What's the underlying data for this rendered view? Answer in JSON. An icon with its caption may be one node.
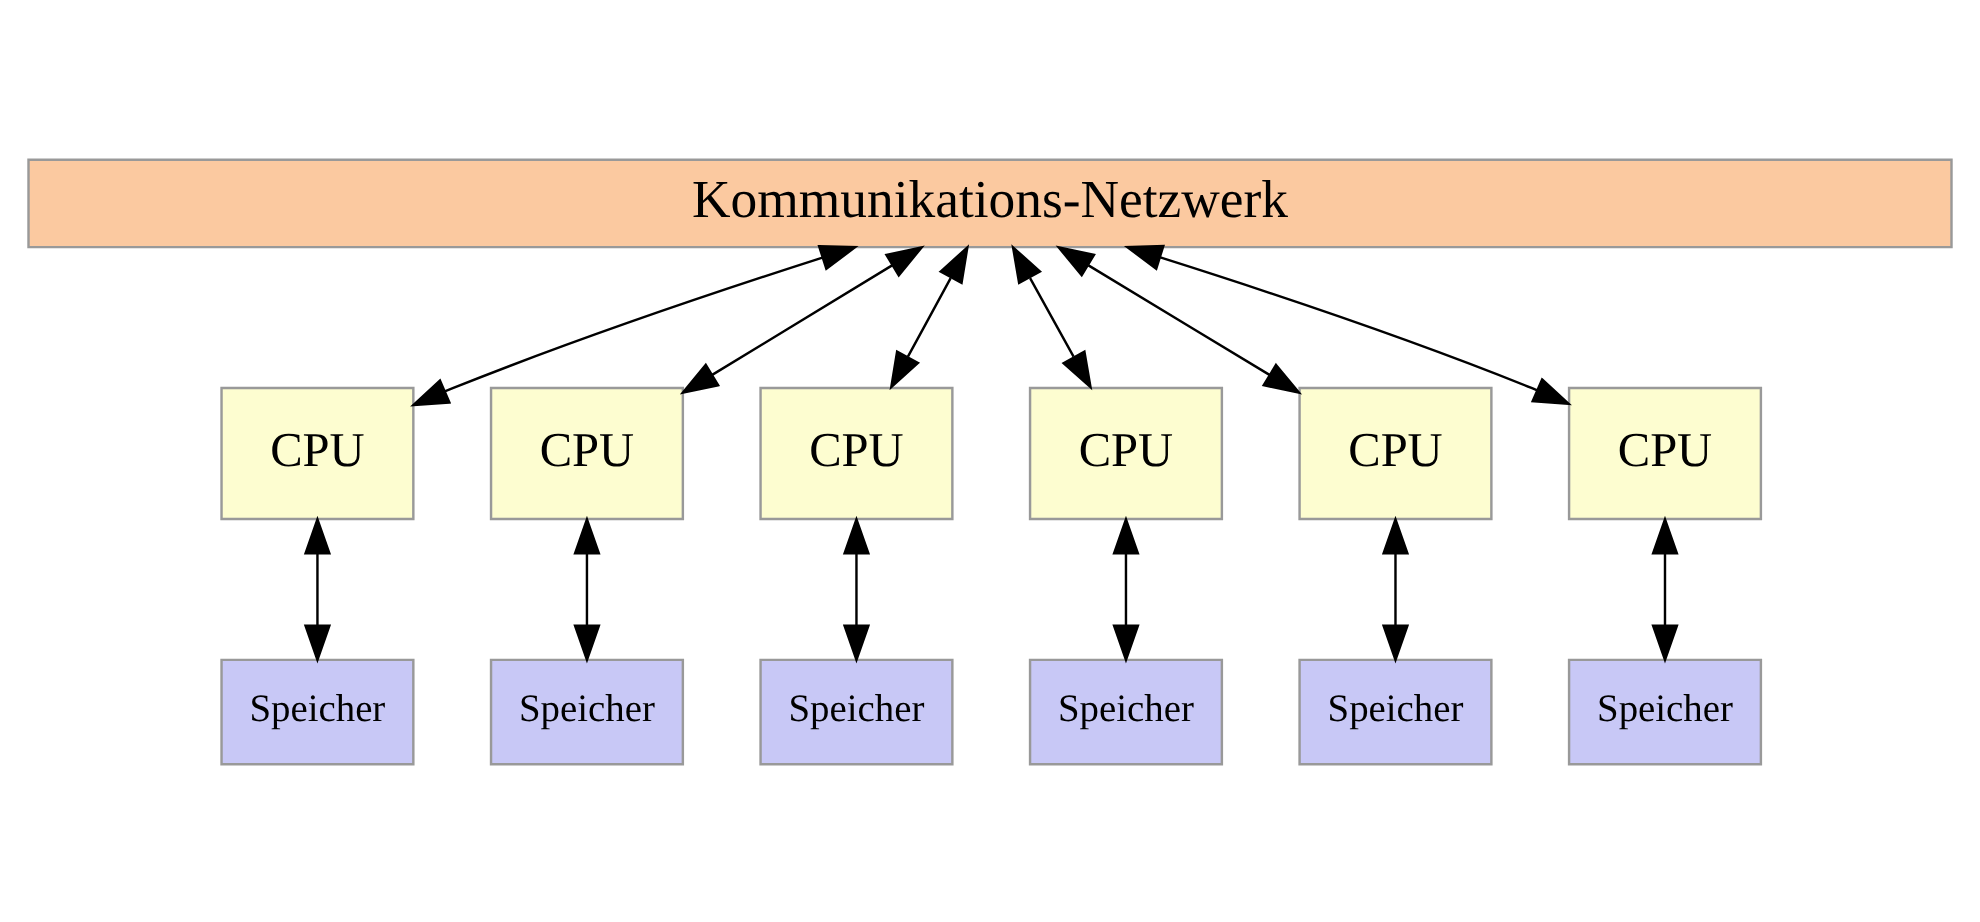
{
  "diagram": {
    "nodes": [
      {
        "text": [
          "Kommunikations-Netzwerk"
        ]
      },
      {
        "text": [
          "CPU"
        ]
      },
      {
        "text": [
          "CPU"
        ]
      },
      {
        "text": [
          "CPU"
        ]
      },
      {
        "text": [
          "CPU"
        ]
      },
      {
        "text": [
          "CPU"
        ]
      },
      {
        "text": [
          "CPU"
        ]
      },
      {
        "text": [
          "Speicher"
        ]
      },
      {
        "text": [
          "Speicher"
        ]
      },
      {
        "text": [
          "Speicher"
        ]
      },
      {
        "text": [
          "Speicher"
        ]
      },
      {
        "text": [
          "Speicher"
        ]
      },
      {
        "text": [
          "Speicher"
        ]
      }
    ],
    "edges": [
      {
        "from": 0,
        "to": 1,
        "arrow": "both"
      },
      {
        "from": 0,
        "to": 2,
        "arrow": "both"
      },
      {
        "from": 0,
        "to": 3,
        "arrow": "both"
      },
      {
        "from": 0,
        "to": 4,
        "arrow": "both"
      },
      {
        "from": 0,
        "to": 5,
        "arrow": "both"
      },
      {
        "from": 0,
        "to": 6,
        "arrow": "both"
      },
      {
        "from": 1,
        "to": 7,
        "arrow": "both"
      },
      {
        "from": 2,
        "to": 8,
        "arrow": "both"
      },
      {
        "from": 3,
        "to": 9,
        "arrow": "both"
      },
      {
        "from": 4,
        "to": 10,
        "arrow": "both"
      },
      {
        "from": 5,
        "to": 11,
        "arrow": "both"
      },
      {
        "from": 6,
        "to": 12,
        "arrow": "both"
      }
    ]
  }
}
